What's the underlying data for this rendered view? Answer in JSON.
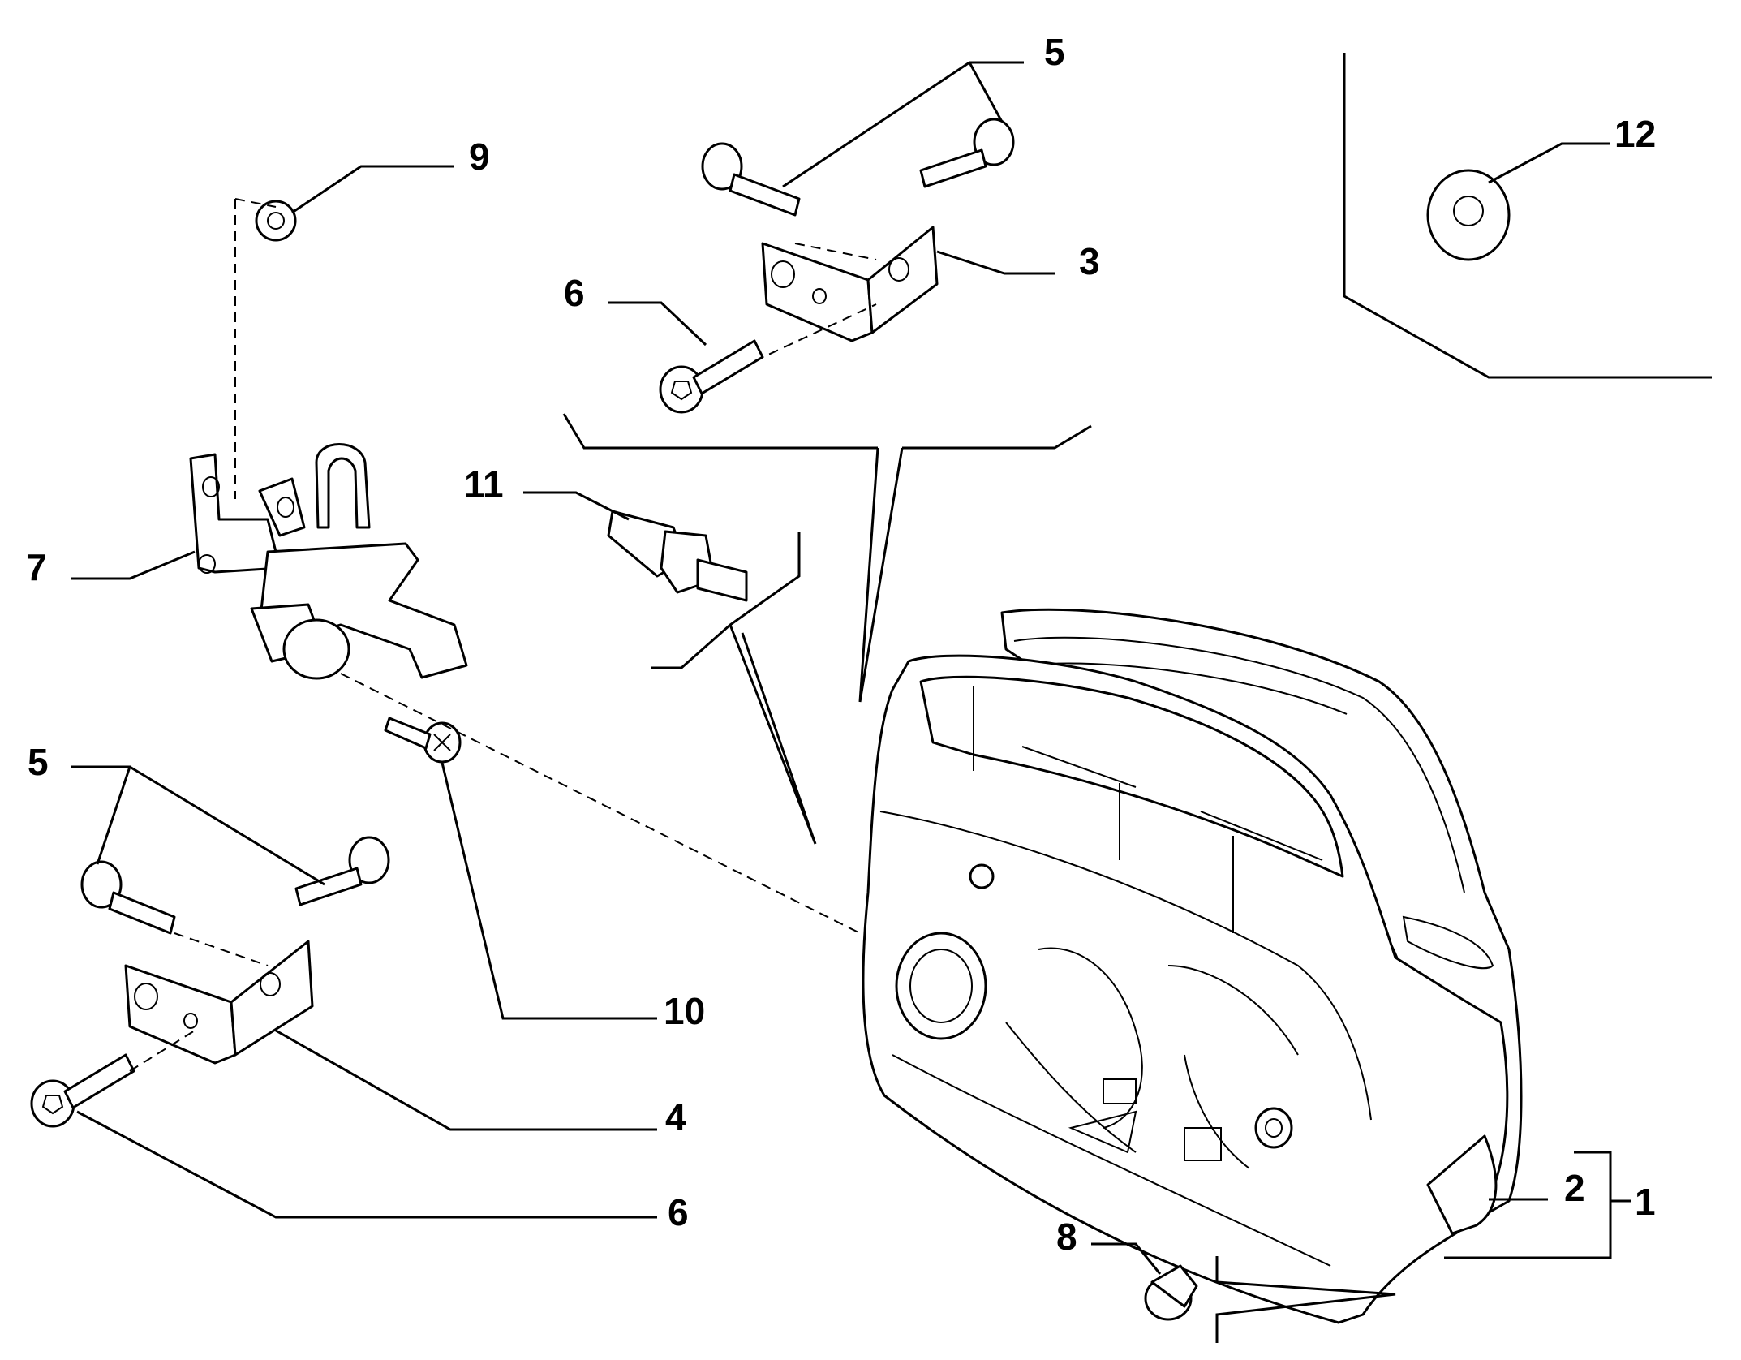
{
  "diagram": {
    "parts": [
      {
        "id": "callout-1",
        "label": "1"
      },
      {
        "id": "callout-2",
        "label": "2"
      },
      {
        "id": "callout-3",
        "label": "3"
      },
      {
        "id": "callout-4",
        "label": "4"
      },
      {
        "id": "callout-5-top",
        "label": "5"
      },
      {
        "id": "callout-5-left",
        "label": "5"
      },
      {
        "id": "callout-6-top",
        "label": "6"
      },
      {
        "id": "callout-6-bottom",
        "label": "6"
      },
      {
        "id": "callout-7",
        "label": "7"
      },
      {
        "id": "callout-8",
        "label": "8"
      },
      {
        "id": "callout-9",
        "label": "9"
      },
      {
        "id": "callout-10",
        "label": "10"
      },
      {
        "id": "callout-11",
        "label": "11"
      },
      {
        "id": "callout-12",
        "label": "12"
      }
    ]
  }
}
